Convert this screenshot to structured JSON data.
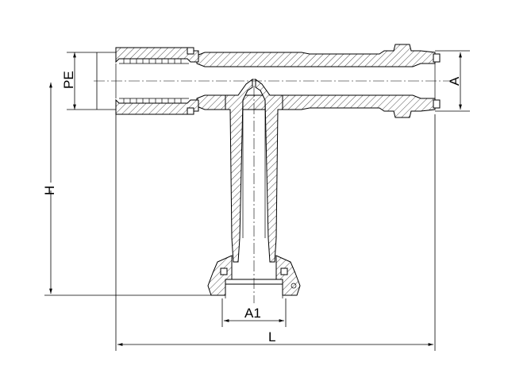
{
  "drawing": {
    "labels": {
      "pe": "PE",
      "a": "A",
      "h": "H",
      "a1": "A1",
      "l": "L"
    },
    "colors": {
      "line": "#000000",
      "background": "#ffffff"
    }
  }
}
